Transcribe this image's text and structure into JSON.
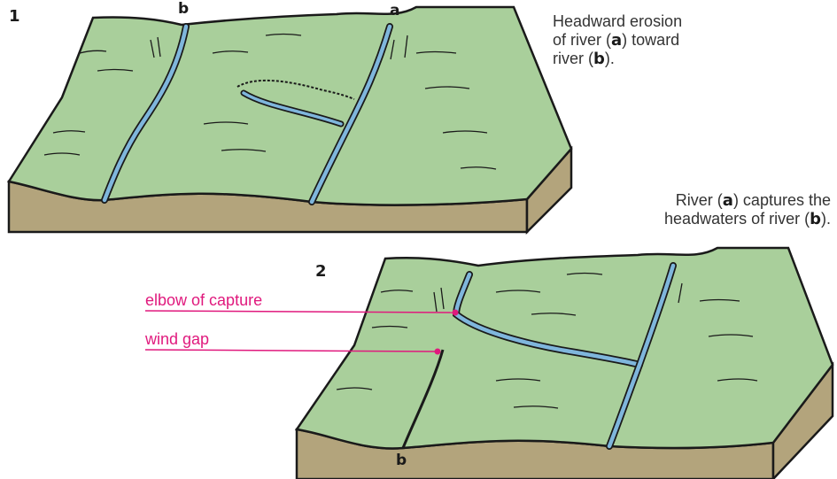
{
  "diagram1": {
    "number": "1",
    "river_a": "a",
    "river_b": "b",
    "caption": {
      "line1": "Headward erosion",
      "line2_pre": "of river (",
      "line2_letter": "a",
      "line2_post": ") toward",
      "line3_pre": "river (",
      "line3_letter": "b",
      "line3_post": ")."
    }
  },
  "diagram2": {
    "number": "2",
    "river_b": "b",
    "caption": {
      "line1_pre": "River (",
      "line1_letter": "a",
      "line1_post": ") captures the",
      "line2_pre": "headwaters of river (",
      "line2_letter": "b",
      "line2_post": ")."
    },
    "labels": {
      "elbow": "elbow of capture",
      "wind_gap": "wind gap"
    }
  },
  "colors": {
    "land": "#a9cf9b",
    "soil_side": "#b3a47c",
    "river": "#7fb6dc",
    "label": "#e0197d",
    "outline": "#1a1a1a"
  }
}
